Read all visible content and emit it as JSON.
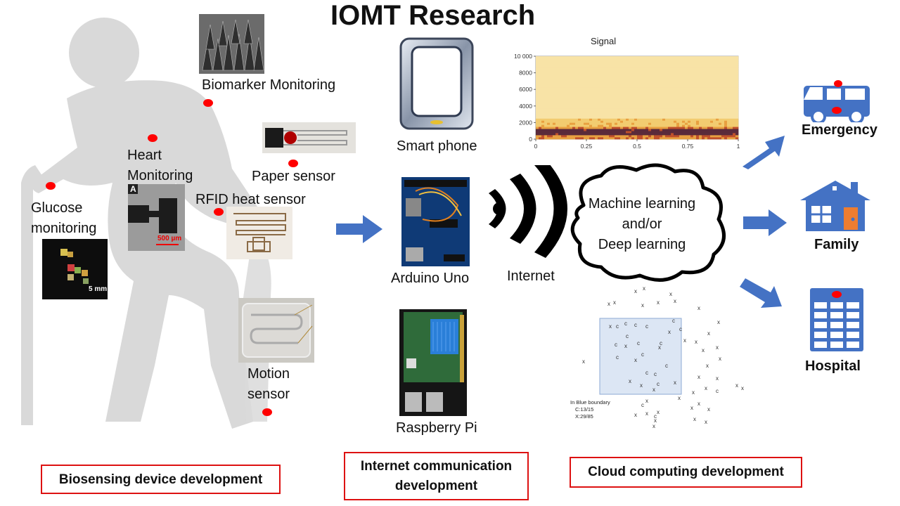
{
  "title": "IOMT Research",
  "colors": {
    "accent_blue": "#4472c4",
    "red": "#ff0000",
    "silhouette": "#d9d9d9"
  },
  "sensors": {
    "biomarker": "Biomarker Monitoring",
    "heart": "Heart\nMonitoring",
    "paper": "Paper sensor",
    "rfid": "RFID heat sensor",
    "glucose": "Glucose\nmonitoring",
    "motion": "Motion\nsensor",
    "heart_photo_tag": "A",
    "heart_photo_scale": "500 µm",
    "glucose_photo_scale": "5 mm"
  },
  "devices": {
    "phone": "Smart phone",
    "arduino": "Arduino Uno",
    "raspberry": "Raspberry Pi",
    "internet": "Internet"
  },
  "cloud": {
    "text": "Machine learning\nand/or\nDeep learning"
  },
  "outputs": {
    "emergency": "Emergency",
    "family": "Family",
    "hospital": "Hospital"
  },
  "sections": {
    "bio": "Biosensing device development",
    "comm": "Internet communication\ndevelopment",
    "cloud": "Cloud computing development"
  },
  "scatter": {
    "caption_line1": "In Blue boundary",
    "caption_line2": "C:13/15",
    "caption_line3": "X:29/85"
  },
  "chart_data": {
    "type": "heatmap",
    "title": "Signal",
    "xlabel": "",
    "ylabel": "",
    "xlim": [
      0,
      1
    ],
    "ylim": [
      0,
      10000
    ],
    "x_ticks": [
      "0",
      "0.25",
      "0.5",
      "0.75",
      "1"
    ],
    "y_ticks": [
      "0",
      "2000",
      "4000",
      "6000",
      "8000",
      "10 000"
    ],
    "description_of_values": "spectrogram: energy concentrated below ~1500 Hz, dark band near 600-1200 Hz, faint yellow speckle up to 10 000"
  }
}
